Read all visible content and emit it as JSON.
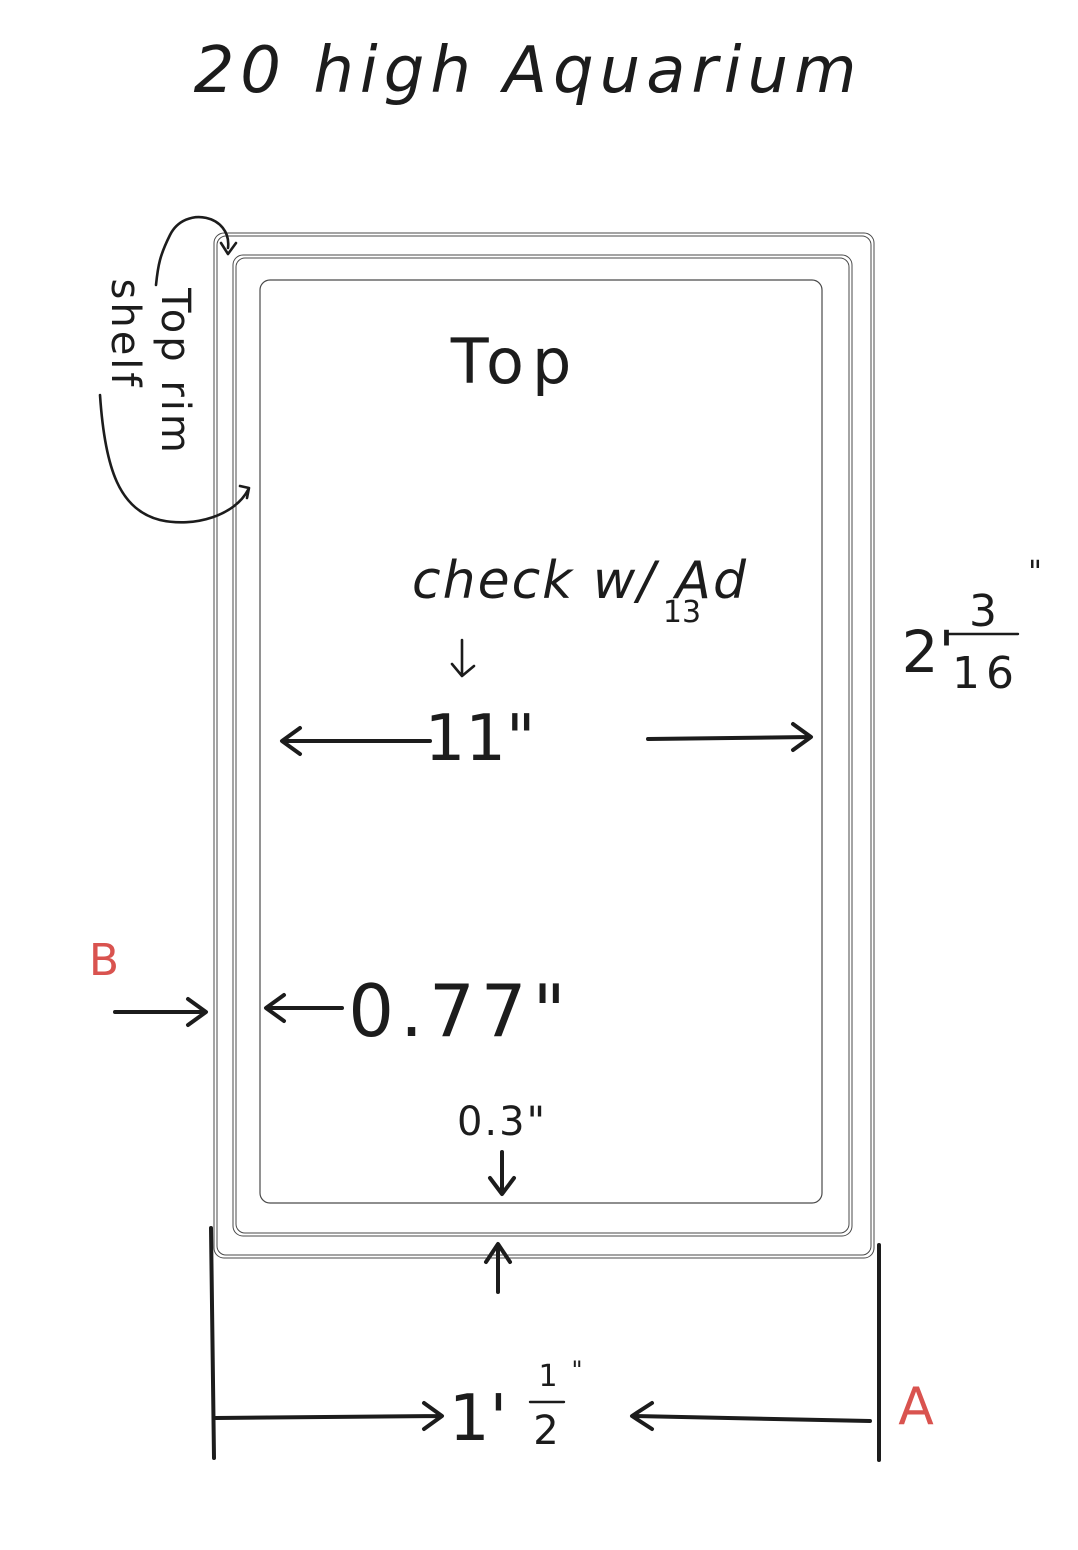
{
  "title": "20 high Aquarium",
  "labels": {
    "top": "Top",
    "top_rim_shelf_line1": "Top rim",
    "top_rim_shelf_line2": "shelf",
    "check_note_line1": "check w/ Ad",
    "check_note_line2": "13",
    "width_inner": "11\"",
    "height_feet": "2'",
    "height_num": "3",
    "height_den": "16",
    "height_unit": "\"",
    "rim_offset": "0.77\"",
    "bottom_gap": "0.3\"",
    "width_outer_feet": "1'",
    "width_outer_num": "1",
    "width_outer_den": "2",
    "width_outer_unit": "\"",
    "marker_a": "A",
    "marker_b": "B"
  },
  "colors": {
    "ink": "#1c1c1c",
    "outline": "#4a4a4a",
    "red_marker": "#d9534f",
    "background": "#ffffff"
  }
}
